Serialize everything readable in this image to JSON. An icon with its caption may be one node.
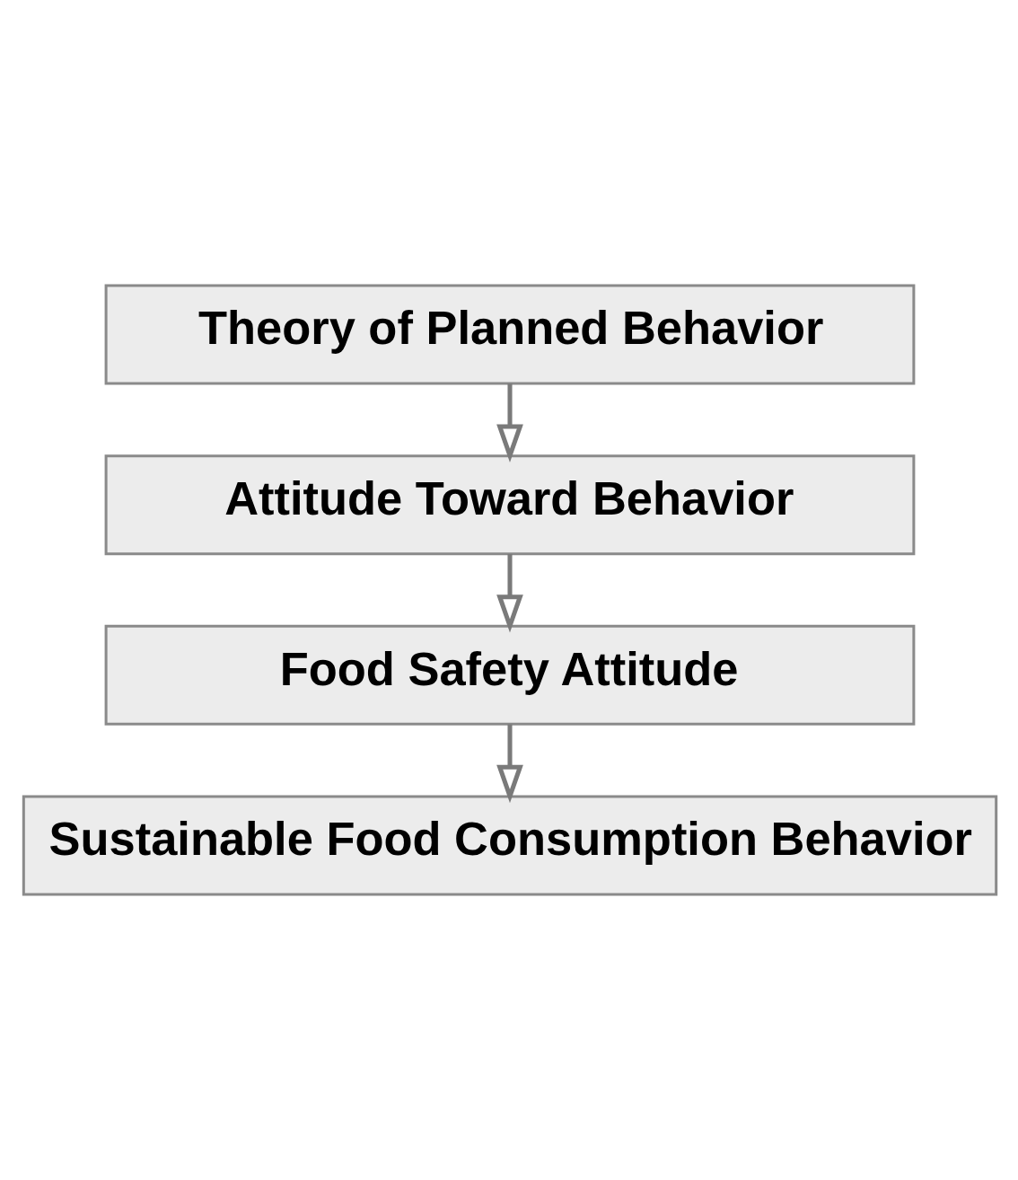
{
  "diagram": {
    "nodes": [
      {
        "text": [
          "Theory of Planned Behavior"
        ]
      },
      {
        "text": [
          "Attitude Toward Behavior"
        ]
      },
      {
        "text": [
          "Food Safety Attitude"
        ]
      },
      {
        "text": [
          "Sustainable Food Consumption Behavior"
        ]
      }
    ],
    "edges": [
      {
        "from": 0,
        "to": 1,
        "arrow": "to"
      },
      {
        "from": 1,
        "to": 2,
        "arrow": "to"
      },
      {
        "from": 2,
        "to": 3,
        "arrow": "to"
      }
    ]
  }
}
